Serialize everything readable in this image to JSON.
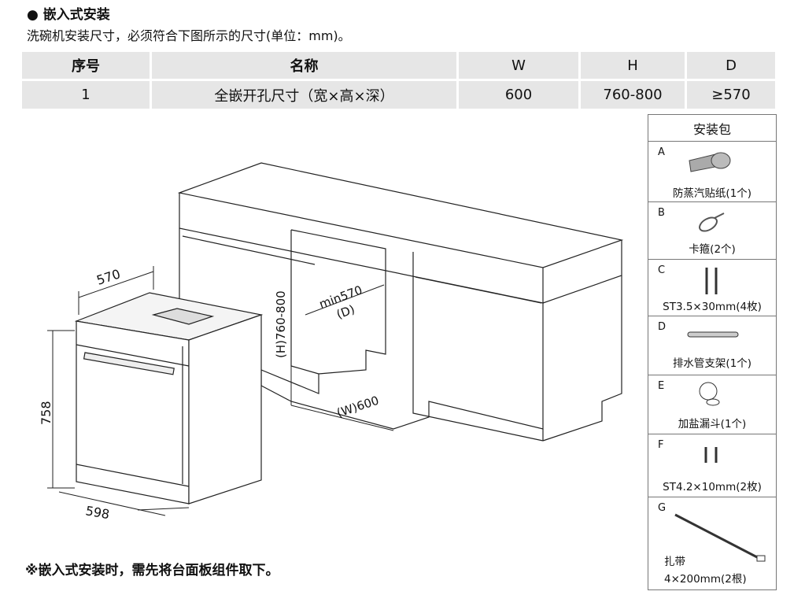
{
  "title": "● 嵌入式安装",
  "subtitle": "洗碗机安装尺寸，必须符合下图所示的尺寸(单位：mm)。",
  "table": {
    "headers": [
      "序号",
      "名称",
      "W",
      "H",
      "D"
    ],
    "rows": [
      [
        "1",
        "全嵌开孔尺寸（宽×高×深）",
        "600",
        "760-800",
        "≥570"
      ]
    ]
  },
  "diagram": {
    "dim_depth": "570",
    "dim_height": "758",
    "dim_width": "598",
    "niche_height": "(H)760-800",
    "niche_depth_1": "min570",
    "niche_depth_2": "(D)",
    "niche_width": "(W)600"
  },
  "kit": {
    "title": "安装包",
    "items": [
      {
        "letter": "A",
        "label": "防蒸汽贴纸(1个)",
        "icon": "sticker-roll-icon"
      },
      {
        "letter": "B",
        "label": "卡箍(2个)",
        "icon": "hose-clamp-icon"
      },
      {
        "letter": "C",
        "label": "ST3.5×30mm(4枚)",
        "icon": "screws-icon"
      },
      {
        "letter": "D",
        "label": "排水管支架(1个)",
        "icon": "drain-bracket-icon"
      },
      {
        "letter": "E",
        "label": "加盐漏斗(1个)",
        "icon": "salt-funnel-icon"
      },
      {
        "letter": "F",
        "label": "ST4.2×10mm(2枚)",
        "icon": "short-screws-icon"
      },
      {
        "letter": "G",
        "label": "扎带",
        "label2": "4×200mm(2根)",
        "icon": "cable-tie-icon"
      }
    ]
  },
  "note": "※嵌入式安装时，需先将台面板组件取下。"
}
